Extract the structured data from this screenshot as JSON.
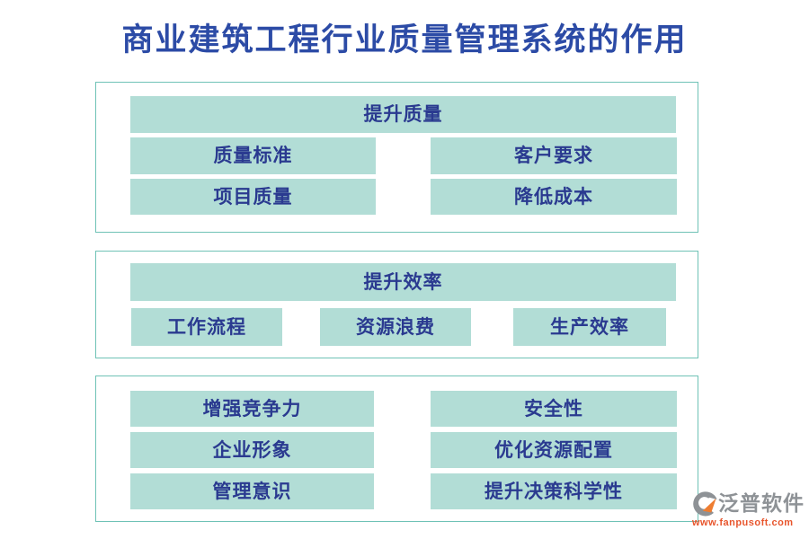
{
  "title": "商业建筑工程行业质量管理系统的作用",
  "sections": [
    {
      "header": "提升质量",
      "items": [
        "质量标准",
        "客户要求",
        "项目质量",
        "降低成本"
      ]
    },
    {
      "header": "提升效率",
      "items": [
        "工作流程",
        "资源浪费",
        "生产效率"
      ]
    },
    {
      "items": [
        "增强竞争力",
        "安全性",
        "企业形象",
        "优化资源配置",
        "管理意识",
        "提升决策科学性"
      ]
    }
  ],
  "logo": {
    "brand": "泛普软件",
    "website": "www.fanpusoft.com"
  },
  "colors": {
    "title_blue": "#2c4ba6",
    "bar_text_navy": "#2a3a90",
    "bar_background_teal": "#b2ddd6",
    "frame_border_teal": "#6fc2b6",
    "logo_gray": "#8e9296",
    "logo_orange": "#ee7d31",
    "website_orange": "#e8552c"
  }
}
